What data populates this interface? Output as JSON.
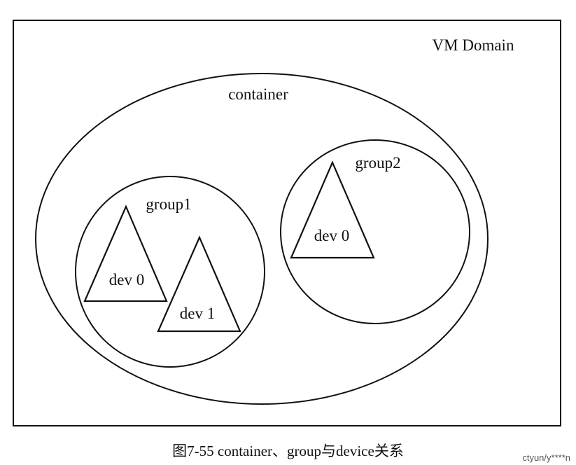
{
  "diagram": {
    "domain_label": "VM Domain",
    "container_label": "container",
    "group1": {
      "label": "group1",
      "devices": [
        "dev 0",
        "dev 1"
      ]
    },
    "group2": {
      "label": "group2",
      "devices": [
        "dev 0"
      ]
    }
  },
  "caption": "图7-55 container、group与device关系",
  "watermark": "ctyun/y****n"
}
